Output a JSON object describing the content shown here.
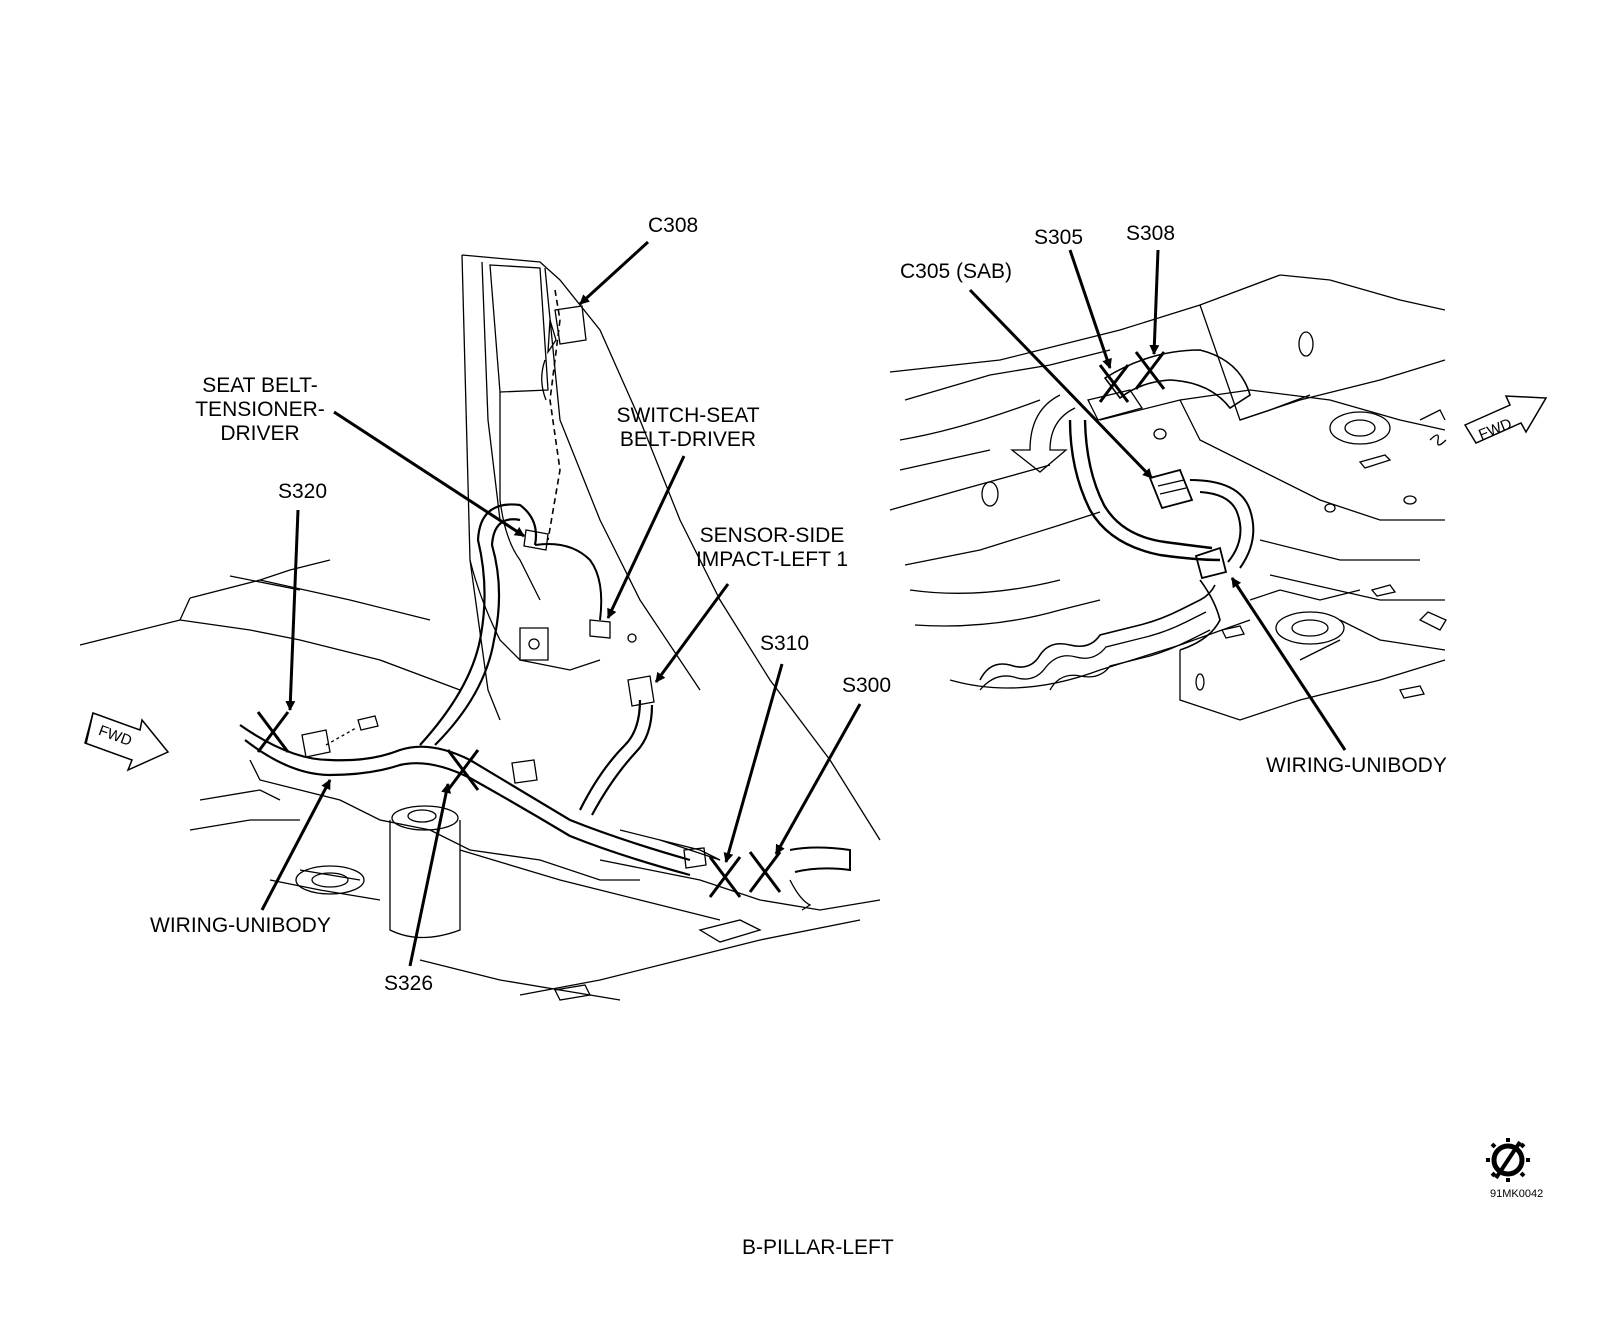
{
  "figure": {
    "caption": "B-PILLAR-LEFT",
    "code": "91MK0042",
    "badge_icon": "no-symbol-icon"
  },
  "left_view": {
    "fwd_arrow": "FWD",
    "labels": {
      "c308": "C308",
      "seat_belt_tensioner": [
        "SEAT BELT-",
        "TENSIONER-",
        "DRIVER"
      ],
      "switch_seat_belt": [
        "SWITCH-SEAT",
        "BELT-DRIVER"
      ],
      "s320": "S320",
      "sensor_side_impact": [
        "SENSOR-SIDE",
        "IMPACT-LEFT 1"
      ],
      "s310": "S310",
      "s300": "S300",
      "wiring_unibody": "WIRING-UNIBODY",
      "s326": "S326"
    }
  },
  "right_view": {
    "fwd_arrow": "FWD",
    "labels": {
      "s305": "S305",
      "s308": "S308",
      "c305": "C305 (SAB)",
      "wiring_unibody": "WIRING-UNIBODY"
    }
  }
}
